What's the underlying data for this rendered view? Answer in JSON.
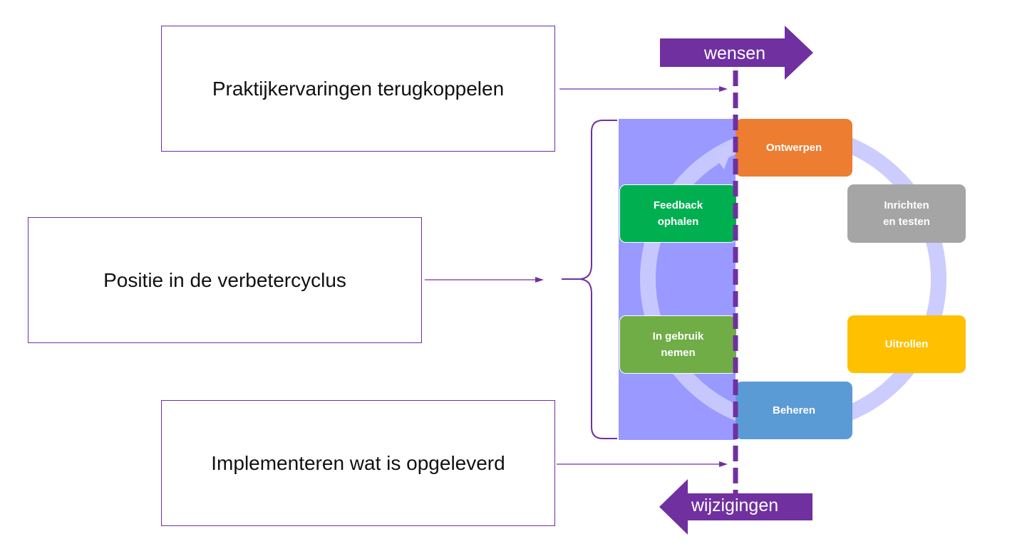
{
  "boxes": {
    "top": "Praktijkervaringen terugkoppelen",
    "middle": "Positie in de verbetercyclus",
    "bottom": "Implementeren wat is opgeleverd"
  },
  "arrows": {
    "top_label": "wensen",
    "bottom_label": "wijzigingen"
  },
  "cycle_steps": {
    "ontwerpen": "Ontwerpen",
    "inrichten": "Inrichten\nen testen",
    "uitrollen": "Uitrollen",
    "beheren": "Beheren",
    "feedback": "Feedback\nophalen",
    "ingebruik": "In gebruik\nnemen"
  },
  "colors": {
    "accent_purple": "#7030a0",
    "highlight_panel": "#9999ff",
    "cycle_ring": "#c9c9ff",
    "ontwerpen": "#ed7d31",
    "inrichten": "#a5a5a5",
    "uitrollen": "#ffc000",
    "beheren": "#5b9bd5",
    "feedback": "#00b050",
    "ingebruik": "#70ad47"
  }
}
